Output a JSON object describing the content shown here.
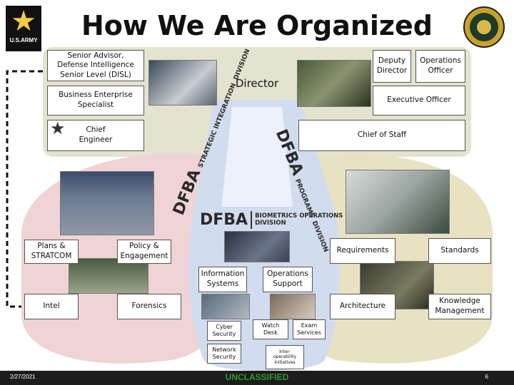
{
  "title": "How We Are Organized",
  "logo_left": {
    "icon": "army-star-icon",
    "text": "U.S.ARMY"
  },
  "emblem_right": {
    "icon": "dfba-seal-icon"
  },
  "top_left": {
    "senior_advisor": "Senior Advisor,\nDefense Intelligence\nSenior Level (DISL)",
    "business_enterprise": "Business Enterprise\nSpecialist",
    "chief_engineer": "Chief\nEngineer"
  },
  "director": "Director",
  "top_right": {
    "deputy_director": "Deputy\nDirector",
    "operations_officer": "Operations\nOfficer",
    "executive_officer": "Executive Officer",
    "chief_of_staff": "Chief of Staff"
  },
  "divisions": {
    "sid": {
      "abbr": "DFBA",
      "name_line1": "STRATEGIC INTEGRATION",
      "name_line2": "DIVISION"
    },
    "pd": {
      "abbr": "DFBA",
      "name_line1": "PROGRAMS",
      "name_line2": "DIVISION"
    },
    "bod": {
      "abbr": "DFBA",
      "name_line1": "BIOMETRICS OPERATIONS",
      "name_line2": "DIVISION"
    }
  },
  "left_units": {
    "plans": "Plans &\nSTRATCOM",
    "policy": "Policy &\nEngagement",
    "intel": "Intel",
    "forensics": "Forensics"
  },
  "center_units": {
    "info_systems": "Information\nSystems",
    "ops_support": "Operations\nSupport",
    "cyber": "Cyber\nSecurity",
    "network": "Network\nSecurity",
    "watch_desk": "Watch\nDesk",
    "exam_services": "Exam\nServices",
    "interop": "Inter-\noperability\nInitiatives"
  },
  "right_units": {
    "requirements": "Requirements",
    "standards": "Standards",
    "architecture": "Architecture",
    "knowledge": "Knowledge\nManagement"
  },
  "footer": {
    "date": "2/27/2021",
    "classification": "UNCLASSIFIED",
    "page": "6"
  },
  "colors": {
    "top_panel": "#e3e3cf",
    "left_lobe": "#f0d3d4",
    "right_lobe": "#e8e2c2",
    "center_lobe": "#d2dcef",
    "classification": "#2f9a2f"
  }
}
